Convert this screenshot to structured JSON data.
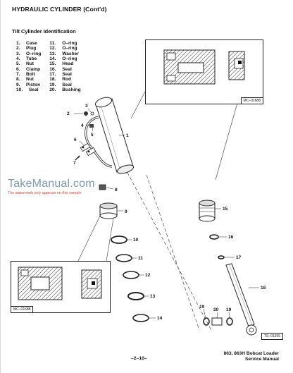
{
  "header": {
    "title": "HYDRAULIC CYLINDER (Cont'd)",
    "subtitle": "Tilt Cylinder Identification"
  },
  "parts_list": {
    "column1": [
      {
        "num": "1.",
        "name": "Case"
      },
      {
        "num": "2.",
        "name": "Plug"
      },
      {
        "num": "3.",
        "name": "O–ring"
      },
      {
        "num": "4.",
        "name": "Tube"
      },
      {
        "num": "5.",
        "name": "Nut"
      },
      {
        "num": "6.",
        "name": "Clamp"
      },
      {
        "num": "7.",
        "name": "Bolt"
      },
      {
        "num": "8.",
        "name": "Nut"
      },
      {
        "num": "9.",
        "name": "Piston"
      },
      {
        "num": "10.",
        "name": "Seal"
      }
    ],
    "column2": [
      {
        "num": "11.",
        "name": "O–ring"
      },
      {
        "num": "12.",
        "name": "O–ring"
      },
      {
        "num": "13.",
        "name": "Washer"
      },
      {
        "num": "14.",
        "name": "O–ring"
      },
      {
        "num": "15.",
        "name": "Head"
      },
      {
        "num": "16.",
        "name": "Seal"
      },
      {
        "num": "17.",
        "name": "Seal"
      },
      {
        "num": "18.",
        "name": "Rod"
      },
      {
        "num": "19.",
        "name": "Seal"
      },
      {
        "num": "20.",
        "name": "Bushing"
      }
    ]
  },
  "callouts": {
    "c1": "1",
    "c2": "2",
    "c3": "3",
    "c4": "4",
    "c5": "5",
    "c6": "6",
    "c7": "7",
    "c8": "8",
    "c9": "9",
    "c10": "10",
    "c11": "11",
    "c12": "12",
    "c13": "13",
    "c14": "14",
    "c15": "15",
    "c16": "16",
    "c17": "17",
    "c18": "18",
    "c19a": "19",
    "c19b": "19",
    "c20": "20"
  },
  "insets": {
    "upper_label": "MC–01688",
    "lower_label": "MC–01688"
  },
  "figure_tag": "TS–01255",
  "watermark": {
    "logo": "TakeManual.com",
    "note": "The watermark only appears on this sample"
  },
  "footer": {
    "page_number": "–2–10–",
    "model_line": "863, 863H Bobcat Loader",
    "manual_line": "Service Manual"
  }
}
